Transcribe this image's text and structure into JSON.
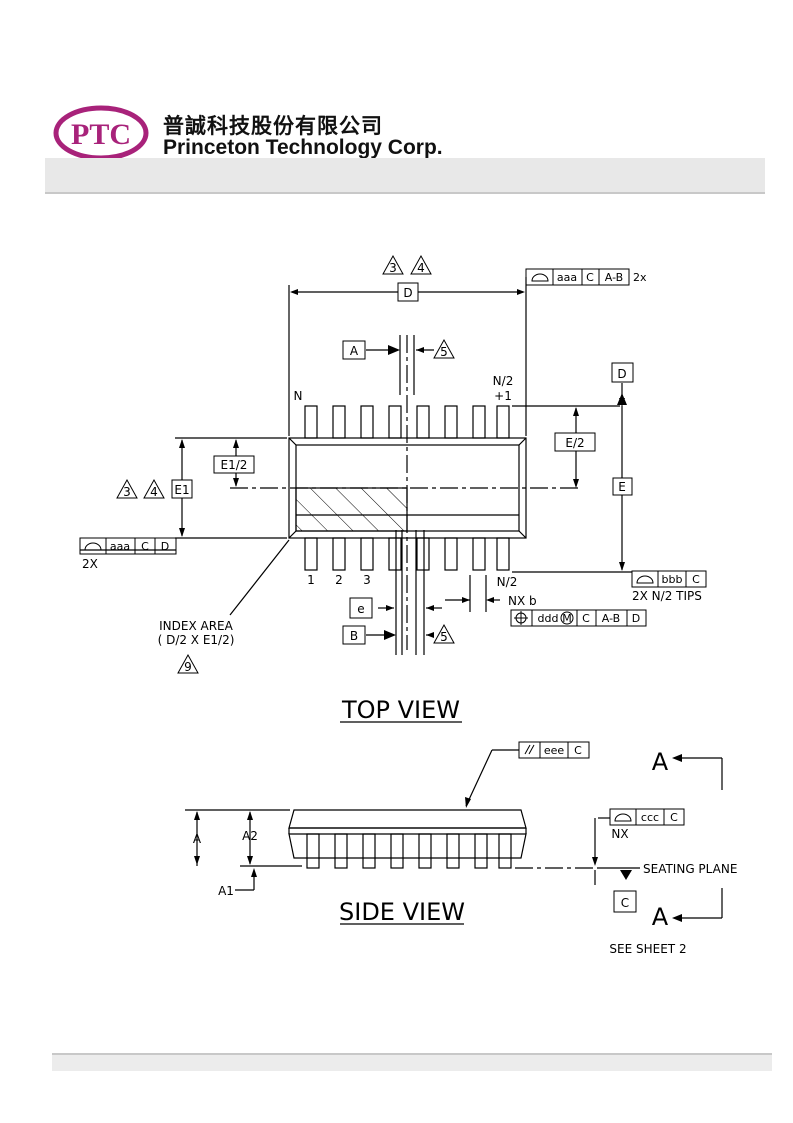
{
  "header": {
    "logo_text": "PTC",
    "company_cn": "普誠科技股份有限公司",
    "company_en": "Princeton Technology Corp."
  },
  "colors": {
    "brand": "#a8227a",
    "line": "#000000",
    "bar": "#e8e8e8"
  },
  "top_view": {
    "title": "TOP VIEW",
    "note_3": "3",
    "note_4": "4",
    "note_5": "5",
    "note_9": "9",
    "datum_D_dim": "D",
    "datum_A": "A",
    "datum_B": "B",
    "datum_D": "D",
    "label_N": "N",
    "label_N2_p1_line1": "N/2",
    "label_N2_p1_line2": "+1",
    "label_N2": "N/2",
    "label_E": "E",
    "label_E2": "E/2",
    "label_E1": "E1",
    "label_E1_2": "E1/2",
    "pin_1": "1",
    "pin_2": "2",
    "pin_3": "3",
    "label_e": "e",
    "label_nxb": "NX b",
    "index_area_line1": "INDEX AREA",
    "index_area_line2": "( D/2 X E1/2)",
    "fcf_top_cells": [
      "aaa",
      "C",
      "A-B"
    ],
    "fcf_top_suffix": "2x",
    "fcf_left_cells": [
      "aaa",
      "C",
      "D"
    ],
    "fcf_left_suffix": "2X",
    "fcf_right_cells": [
      "bbb",
      "C"
    ],
    "fcf_right_suffix": "2X   N/2 TIPS",
    "fcf_pos_cells": [
      "ddd",
      "M",
      "C",
      "A-B",
      "D"
    ]
  },
  "side_view": {
    "title": "SIDE VIEW",
    "label_A": "A",
    "label_A1": "A1",
    "label_A2": "A2",
    "label_NX": "NX",
    "seating_plane": "SEATING PLANE",
    "datum_C": "C",
    "section_A_top": "A",
    "section_A_bottom": "A",
    "see_sheet": "SEE SHEET 2",
    "fcf_parallel_cells": [
      "eee",
      "C"
    ],
    "fcf_coplanar_cells": [
      "ccc",
      "C"
    ]
  }
}
